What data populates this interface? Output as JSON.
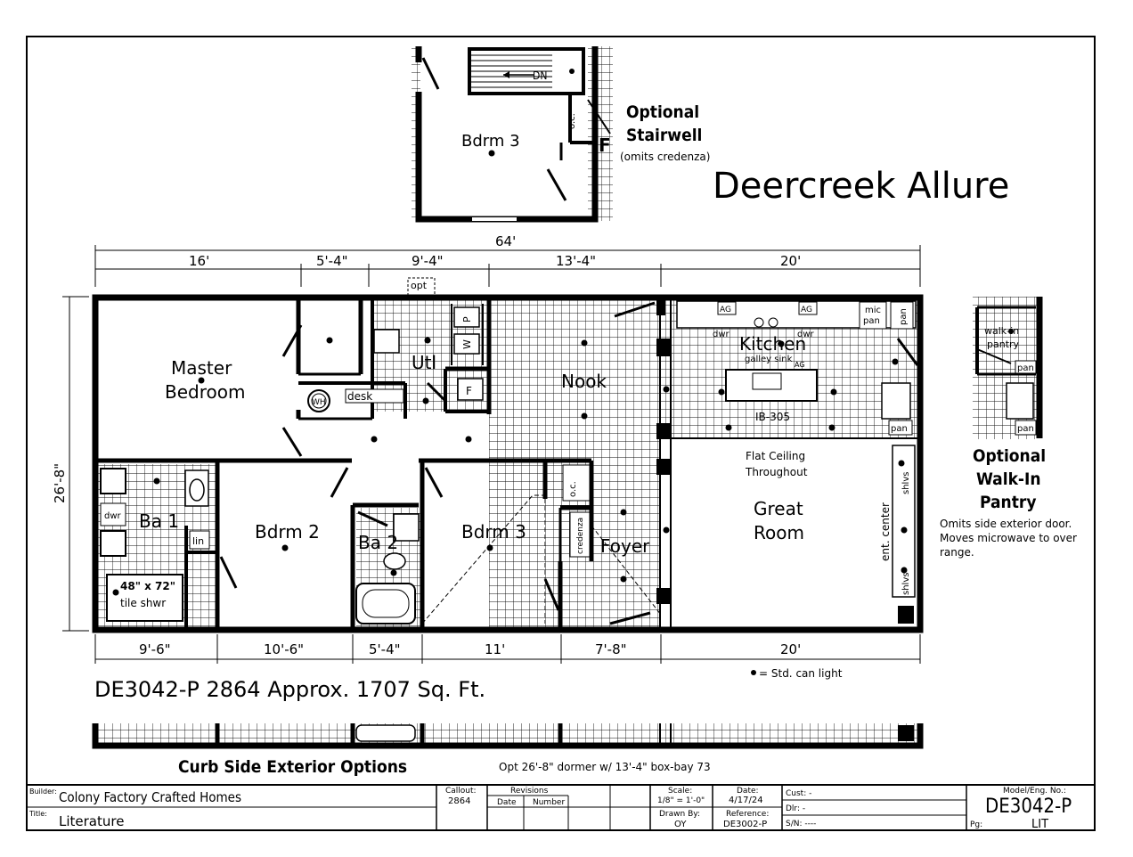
{
  "plan_title": "Deercreek Allure",
  "stairwell": {
    "title_line1": "Optional",
    "title_line2": "Stairwell",
    "note": "(omits credenza)",
    "room": "Bdrm 3",
    "dn": "DN",
    "oc": "o.c.",
    "f": "F"
  },
  "top_dims": {
    "overall": "64'",
    "d1": "16'",
    "d2": "5'-4\"",
    "d3": "9'-4\"",
    "d4": "13'-4\"",
    "d5": "20'"
  },
  "bottom_dims": {
    "d1": "9'-6\"",
    "d2": "10'-6\"",
    "d3": "5'-4\"",
    "d4": "11'",
    "d5": "7'-8\"",
    "d6": "20'"
  },
  "side_dim": "26'-8\"",
  "rooms": {
    "master_line1": "Master",
    "master_line2": "Bedroom",
    "bdrm2": "Bdrm 2",
    "bdrm3": "Bdrm 3",
    "ba1": "Ba 1",
    "ba2": "Ba 2",
    "utl": "Utl",
    "nook": "Nook",
    "kitchen": "Kitchen",
    "foyer": "Foyer",
    "great_line1": "Great",
    "great_line2": "Room"
  },
  "labels": {
    "opt": "opt",
    "wh": "WH",
    "desk": "desk",
    "dwr": "dwr",
    "lin": "lin",
    "shower_line1": "48\" x 72\"",
    "shower_line2": "tile shwr",
    "p": "P",
    "w": "W",
    "f": "F",
    "ag": "AG",
    "mic_line1": "mic",
    "mic_line2": "pan",
    "pan": "pan",
    "galley_sink": "galley sink",
    "ag_small": "AG",
    "island": "IB-305",
    "flat_line1": "Flat Ceiling",
    "flat_line2": "Throughout",
    "ent_center": "ent. center",
    "shlvs": "shlvs",
    "oc": "o.c.",
    "credenza": "credenza"
  },
  "pantry": {
    "title_line1": "Optional",
    "title_line2": "Walk-In",
    "title_line3": "Pantry",
    "note_line1": "Omits side exterior door.",
    "note_line2": "Moves microwave to over",
    "note_line3": "range.",
    "walkin_line1": "walk-in",
    "walkin_line2": "pantry",
    "pan": "pan"
  },
  "legend": "= Std. can light",
  "model_line": "DE3042-P 2864 Approx. 1707 Sq. Ft.",
  "exterior": {
    "title": "Curb Side Exterior Options",
    "note": "Opt 26'-8\" dormer w/ 13'-4\" box-bay 73"
  },
  "title_block": {
    "builder_label": "Builder:",
    "builder": "Colony Factory Crafted Homes",
    "title_label": "Title:",
    "title": "Literature",
    "callout_label": "Callout:",
    "callout": "2864",
    "revisions_label": "Revisions",
    "date_col": "Date",
    "number_col": "Number",
    "scale_label": "Scale:",
    "scale": "1/8\" = 1'-0\"",
    "date_label": "Date:",
    "date": "4/17/24",
    "drawn_label": "Drawn By:",
    "drawn": "OY",
    "reference_label": "Reference:",
    "reference": "DE3002-P",
    "cust": "Cust: -",
    "dlr": "Dlr: -",
    "sn": "S/N: ----",
    "model_label": "Model/Eng. No.:",
    "model": "DE3042-P",
    "pg_label": "Pg:",
    "pg": "LIT"
  }
}
